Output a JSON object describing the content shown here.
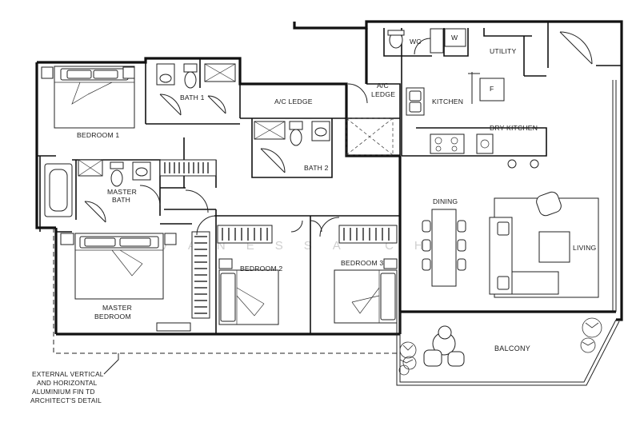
{
  "rooms": {
    "bedroom1": "BEDROOM 1",
    "bath1": "BATH 1",
    "ac_ledge_1": "A/C LEDGE",
    "ac_ledge_2_line1": "A/C",
    "ac_ledge_2_line2": "LEDGE",
    "bath2": "BATH 2",
    "wc": "WC",
    "washer": "W",
    "utility": "UTILITY",
    "fridge": "F",
    "kitchen": "KITCHEN",
    "dry_kitchen": "DRY KITCHEN",
    "master_bath_line1": "MASTER",
    "master_bath_line2": "BATH",
    "dining": "DINING",
    "living": "LIVING",
    "bedroom2": "BEDROOM 2",
    "bedroom3": "BEDROOM 3",
    "master_bedroom_line1": "MASTER",
    "master_bedroom_line2": "BEDROOM",
    "balcony": "BALCONY"
  },
  "note": {
    "line1": "EXTERNAL VERTICAL",
    "line2": "AND HORIZONTAL",
    "line3": "ALUMINIUM FIN TD",
    "line4": "ARCHITECT'S DETAIL"
  },
  "watermark": "VANESSA CHO"
}
